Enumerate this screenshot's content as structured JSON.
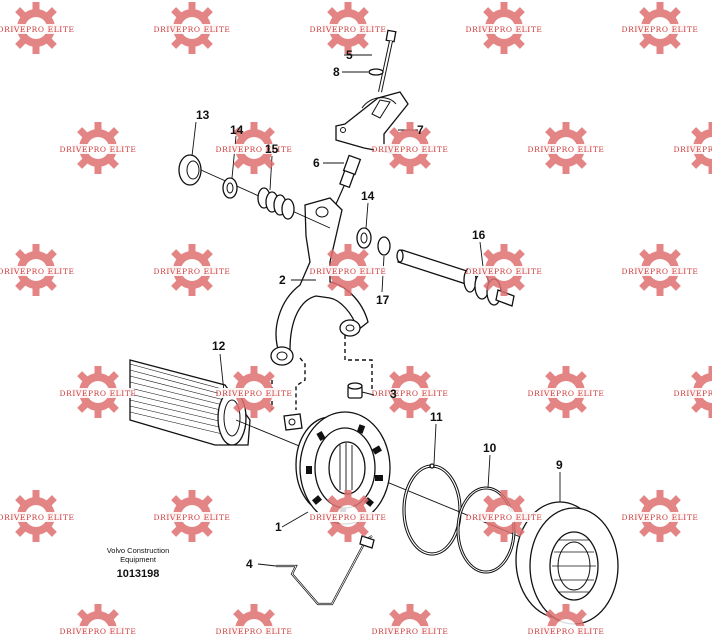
{
  "diagram": {
    "publisher_line1": "Volvo Construction",
    "publisher_line2": "Equipment",
    "drawing_number": "1013198",
    "callouts": [
      {
        "id": "c1",
        "text": "1"
      },
      {
        "id": "c2",
        "text": "2"
      },
      {
        "id": "c3",
        "text": "3"
      },
      {
        "id": "c4",
        "text": "4"
      },
      {
        "id": "c5",
        "text": "5"
      },
      {
        "id": "c6",
        "text": "6"
      },
      {
        "id": "c7",
        "text": "7"
      },
      {
        "id": "c8",
        "text": "8"
      },
      {
        "id": "c9",
        "text": "9"
      },
      {
        "id": "c10",
        "text": "10"
      },
      {
        "id": "c11",
        "text": "11"
      },
      {
        "id": "c12",
        "text": "12"
      },
      {
        "id": "c13",
        "text": "13"
      },
      {
        "id": "c14a",
        "text": "14"
      },
      {
        "id": "c14b",
        "text": "14"
      },
      {
        "id": "c15",
        "text": "15"
      },
      {
        "id": "c16",
        "text": "16"
      },
      {
        "id": "c17",
        "text": "17"
      }
    ]
  },
  "watermark": {
    "text": "DRIVEPRO ELITE",
    "color": "#e07070",
    "icon": "gear-icon"
  }
}
